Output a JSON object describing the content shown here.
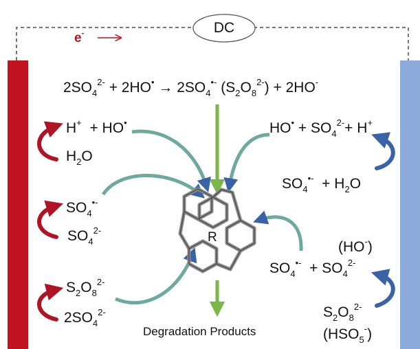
{
  "power_source": {
    "label": "DC"
  },
  "electron_label": {
    "base": "e",
    "sup": "-",
    "arrow": "→"
  },
  "top_equation": [
    {
      "t": "2SO"
    },
    {
      "sub": "4"
    },
    {
      "sup": "2-"
    },
    {
      "t": " + 2HO"
    },
    {
      "sup": "•"
    },
    {
      "t": " → 2SO"
    },
    {
      "sub": "4"
    },
    {
      "sup": "•-"
    },
    {
      "t": " (S"
    },
    {
      "sub": "2"
    },
    {
      "t": "O"
    },
    {
      "sub": "8"
    },
    {
      "sup": "2-"
    },
    {
      "t": ") + 2HO"
    },
    {
      "sup": "-"
    }
  ],
  "anode": {
    "color": "#c1121f",
    "reactions": [
      {
        "product": [
          {
            "t": "H"
          },
          {
            "sup": "+"
          },
          {
            "t": "  + HO"
          },
          {
            "sup": "•"
          }
        ],
        "reactant": [
          {
            "t": "H"
          },
          {
            "sub": "2"
          },
          {
            "t": "O"
          }
        ]
      },
      {
        "product": [
          {
            "t": "SO"
          },
          {
            "sub": "4"
          },
          {
            "sup": "•-"
          }
        ],
        "reactant": [
          {
            "t": "SO"
          },
          {
            "sub": "4"
          },
          {
            "sup": "2-"
          }
        ]
      },
      {
        "product": [
          {
            "t": "S"
          },
          {
            "sub": "2"
          },
          {
            "t": "O"
          },
          {
            "sub": "8"
          },
          {
            "sup": "2-"
          }
        ],
        "reactant": [
          {
            "t": "2SO"
          },
          {
            "sub": "4"
          },
          {
            "sup": "2-"
          }
        ]
      }
    ]
  },
  "cathode": {
    "color": "#8eaadb",
    "reactions": [
      {
        "product": [
          {
            "t": "HO"
          },
          {
            "sup": "•"
          },
          {
            "t": " + SO"
          },
          {
            "sub": "4"
          },
          {
            "sup": "2-"
          },
          {
            "t": "+ H"
          },
          {
            "sup": "+"
          }
        ],
        "reactant": [
          {
            "t": "SO"
          },
          {
            "sub": "4"
          },
          {
            "sup": "•-"
          },
          {
            "t": "  + H"
          },
          {
            "sub": "2"
          },
          {
            "t": "O"
          }
        ]
      },
      {
        "product": [
          {
            "t": "(HO"
          },
          {
            "sup": "-"
          },
          {
            "t": ")"
          }
        ],
        "product2": [
          {
            "t": "SO"
          },
          {
            "sub": "4"
          },
          {
            "sup": "•-"
          },
          {
            "t": "  + SO"
          },
          {
            "sub": "4"
          },
          {
            "sup": "2-"
          }
        ],
        "reactant": [
          {
            "t": "S"
          },
          {
            "sub": "2"
          },
          {
            "t": "O"
          },
          {
            "sub": "8"
          },
          {
            "sup": "2-"
          }
        ],
        "reactant2": [
          {
            "t": "(HSO"
          },
          {
            "sub": "5"
          },
          {
            "sup": "-"
          },
          {
            "t": ")"
          }
        ]
      }
    ]
  },
  "center": {
    "pollutant_label": "R",
    "products_label": "Degradation Products"
  },
  "colors": {
    "anode_arrow": "#b01424",
    "cathode_arrow": "#3a62a6",
    "green_arrow": "#7ab648",
    "dashed_wire": "#777777"
  }
}
